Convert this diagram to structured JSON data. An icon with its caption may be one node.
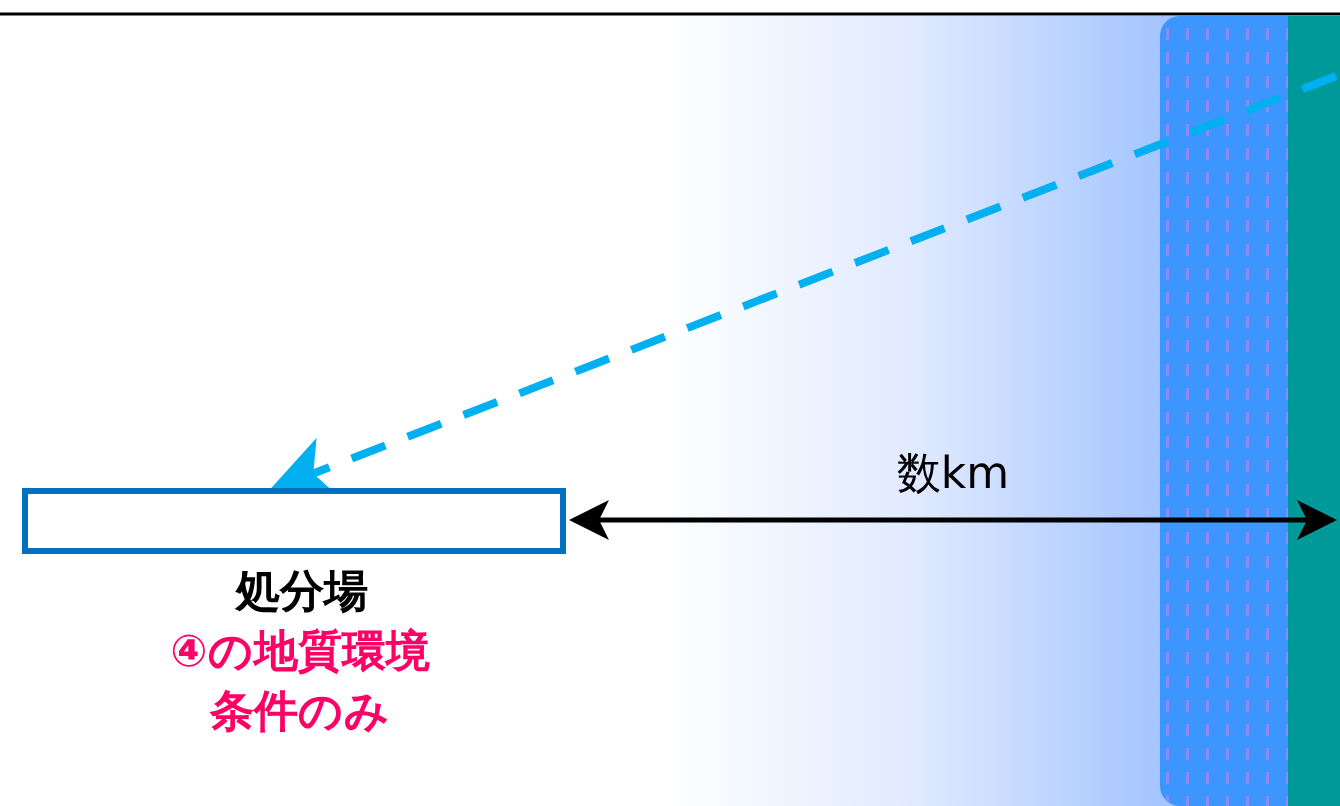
{
  "diagram": {
    "nodes": [
      {
        "text": [
          "処分場"
        ],
        "beside": [
          "④の地質環境条件のみ"
        ]
      },
      {
        "text": [],
        "shape": "band"
      }
    ],
    "edges": [
      {
        "from": 1,
        "to": 0,
        "arrow": "to",
        "style": "dashed",
        "color": "#00b0f0"
      },
      {
        "from": 0,
        "to": 1,
        "arrow": "both",
        "label": "数km",
        "color": "#000000"
      }
    ]
  }
}
